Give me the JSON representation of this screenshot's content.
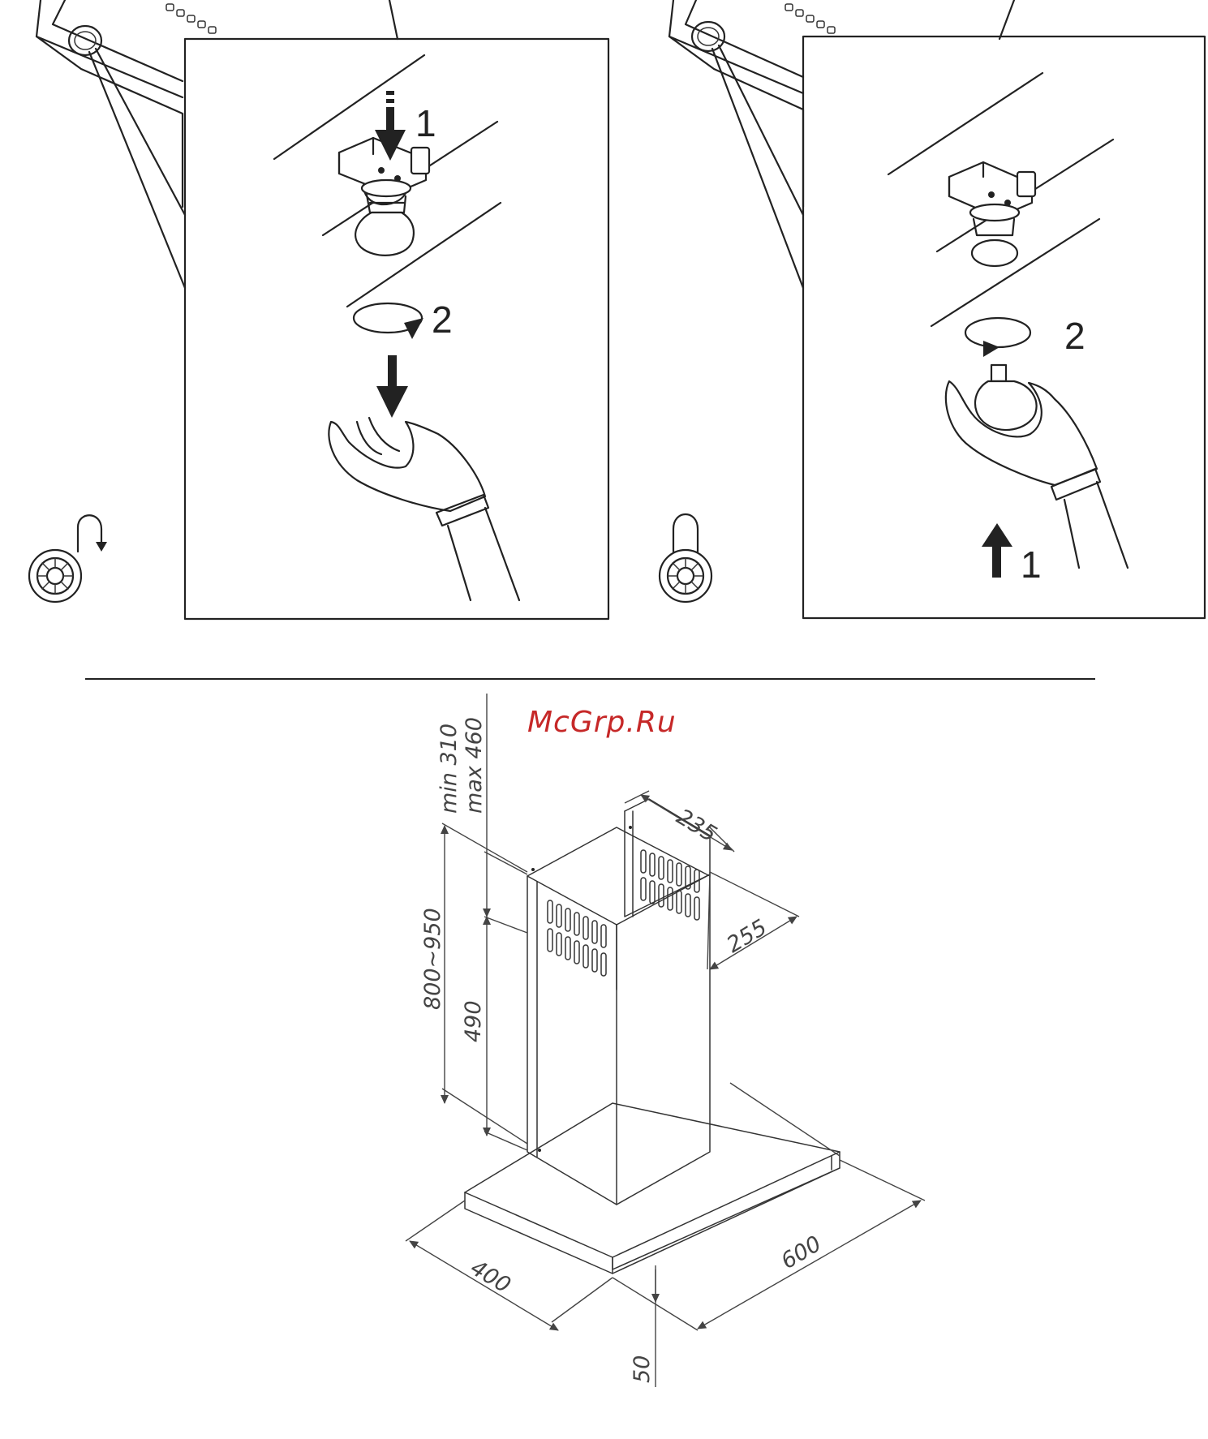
{
  "watermark": {
    "text": "McGrp.Ru",
    "color": "#c62828"
  },
  "panel_remove": {
    "step_press": "1",
    "step_rotate": "2",
    "lock_state": "unlocked",
    "icons": [
      "push-down-arrow",
      "rotate-arrow",
      "down-arrow",
      "gloved-hand",
      "bulb",
      "open-padlock"
    ]
  },
  "panel_install": {
    "step_lift": "1",
    "step_rotate": "2",
    "lock_state": "locked",
    "icons": [
      "up-arrow",
      "rotate-arrow",
      "gloved-hand",
      "bulb",
      "closed-padlock"
    ]
  },
  "dimensions": {
    "chimney_min": "min 310",
    "chimney_max": "max 460",
    "chimney_width": "235",
    "chimney_depth": "255",
    "total_height": "800~950",
    "lower_chimney": "490",
    "hood_depth": "400",
    "hood_width": "600",
    "hood_thickness": "50"
  }
}
